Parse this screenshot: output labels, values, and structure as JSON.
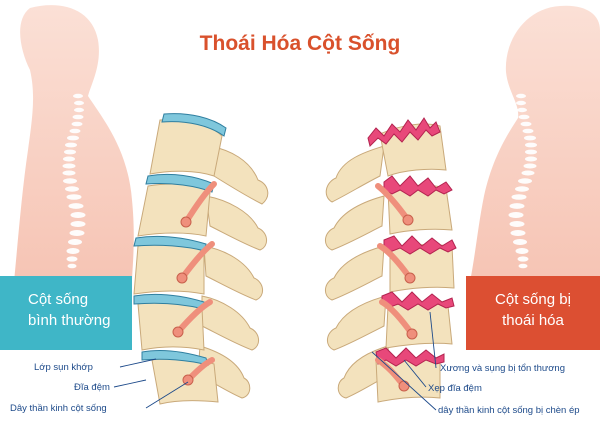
{
  "title": "Thoái Hóa Cột Sống",
  "left_panel": {
    "line1": "Cột sống",
    "line2": "bình thường"
  },
  "right_panel": {
    "line1": "Cột sống bị",
    "line2": "thoái hóa"
  },
  "left_labels": [
    "Lớp sụn khớp",
    "Đĩa đệm",
    "Dây thần kinh cột sống"
  ],
  "right_labels": [
    "Xương và sụng bị tổn thương",
    "Xẹp đĩa đệm",
    "dây thần kinh cột sống bị chèn ép"
  ],
  "colors": {
    "title": "#d9512c",
    "silhouette": "#f9d0c4",
    "healthy_panel": "#3fb6c7",
    "degenerated_panel": "#dc4f32",
    "disc_healthy": "#7fc7dc",
    "disc_damaged": "#e8487a",
    "bone": "#f3e2bd",
    "nerve": "#ef8f7c",
    "label_text": "#1d4a8a"
  }
}
